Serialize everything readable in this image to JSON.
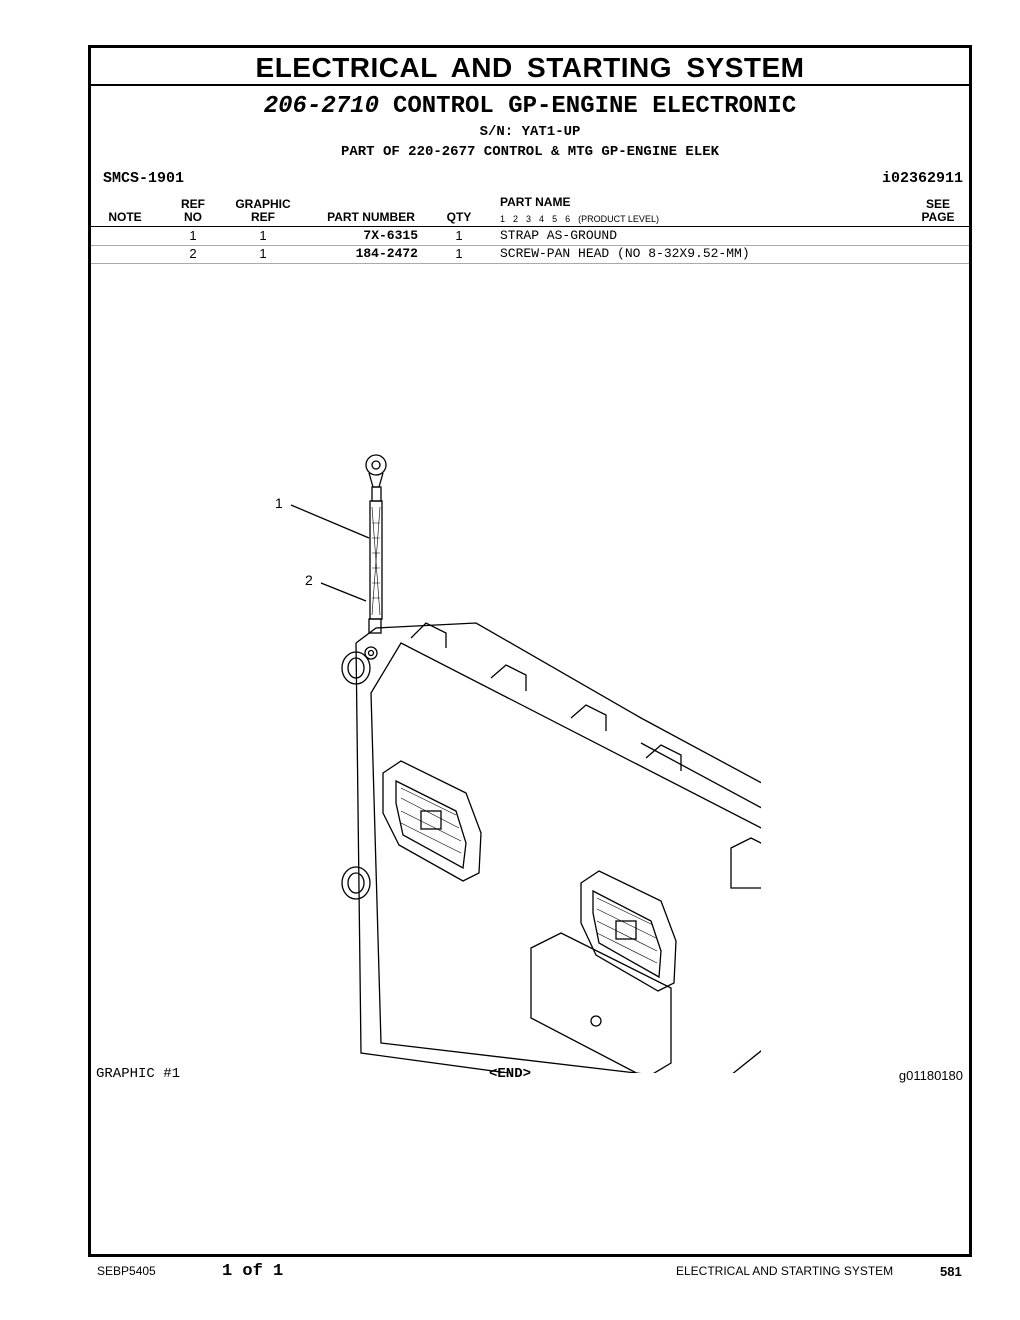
{
  "section_title": "ELECTRICAL AND STARTING SYSTEM",
  "group": {
    "part_number": "206-2710",
    "name": "CONTROL GP-ENGINE ELECTRONIC",
    "serial": "S/N: YAT1-UP",
    "part_of": "PART OF 220-2677 CONTROL & MTG GP-ENGINE ELEK"
  },
  "smcs": "SMCS-1901",
  "ident": "i02362911",
  "table": {
    "headers": {
      "note": "NOTE",
      "ref": "REF",
      "ref_no": "NO",
      "graphic": "GRAPHIC",
      "graphic_ref": "REF",
      "part_number": "PART NUMBER",
      "qty": "QTY",
      "part_name": "PART NAME",
      "see": "SEE",
      "page": "PAGE"
    },
    "levels": [
      "1",
      "2",
      "3",
      "4",
      "5",
      "6"
    ],
    "levels_label": "(PRODUCT LEVEL)",
    "rows": [
      {
        "ref_no": "1",
        "graphic_ref": "1",
        "part_number": "7X-6315",
        "qty": "1",
        "part_name": "STRAP AS-GROUND"
      },
      {
        "ref_no": "2",
        "graphic_ref": "1",
        "part_number": "184-2472",
        "qty": "1",
        "part_name": "SCREW-PAN HEAD (NO 8-32X9.52-MM)"
      }
    ]
  },
  "graphic": {
    "callouts": [
      "1",
      "2"
    ],
    "label": "GRAPHIC #1",
    "end": "<END>",
    "id": "g01180180"
  },
  "footer": {
    "doc": "SEBP5405",
    "page_of": "1 of 1",
    "section": "ELECTRICAL AND STARTING SYSTEM",
    "page": "581"
  }
}
